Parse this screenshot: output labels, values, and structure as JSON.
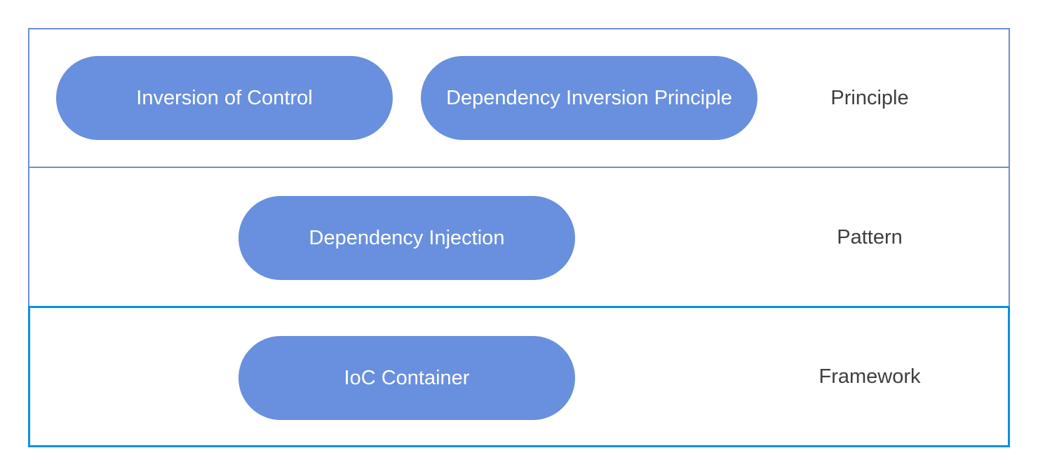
{
  "colors": {
    "pill_fill": "#6990DE",
    "pill_text": "#ffffff",
    "row_border": "#6C8CD8",
    "framework_border": "#0991DC",
    "label_text": "#3E3E3E",
    "canvas_bg": "#ffffff"
  },
  "rows": [
    {
      "label": "Principle",
      "pills": [
        {
          "text": "Inversion of Control"
        },
        {
          "text": "Dependency Inversion Principle"
        }
      ]
    },
    {
      "label": "Pattern",
      "pills": [
        {
          "text": "Dependency Injection"
        }
      ]
    },
    {
      "label": "Framework",
      "pills": [
        {
          "text": "IoC Container"
        }
      ]
    }
  ]
}
